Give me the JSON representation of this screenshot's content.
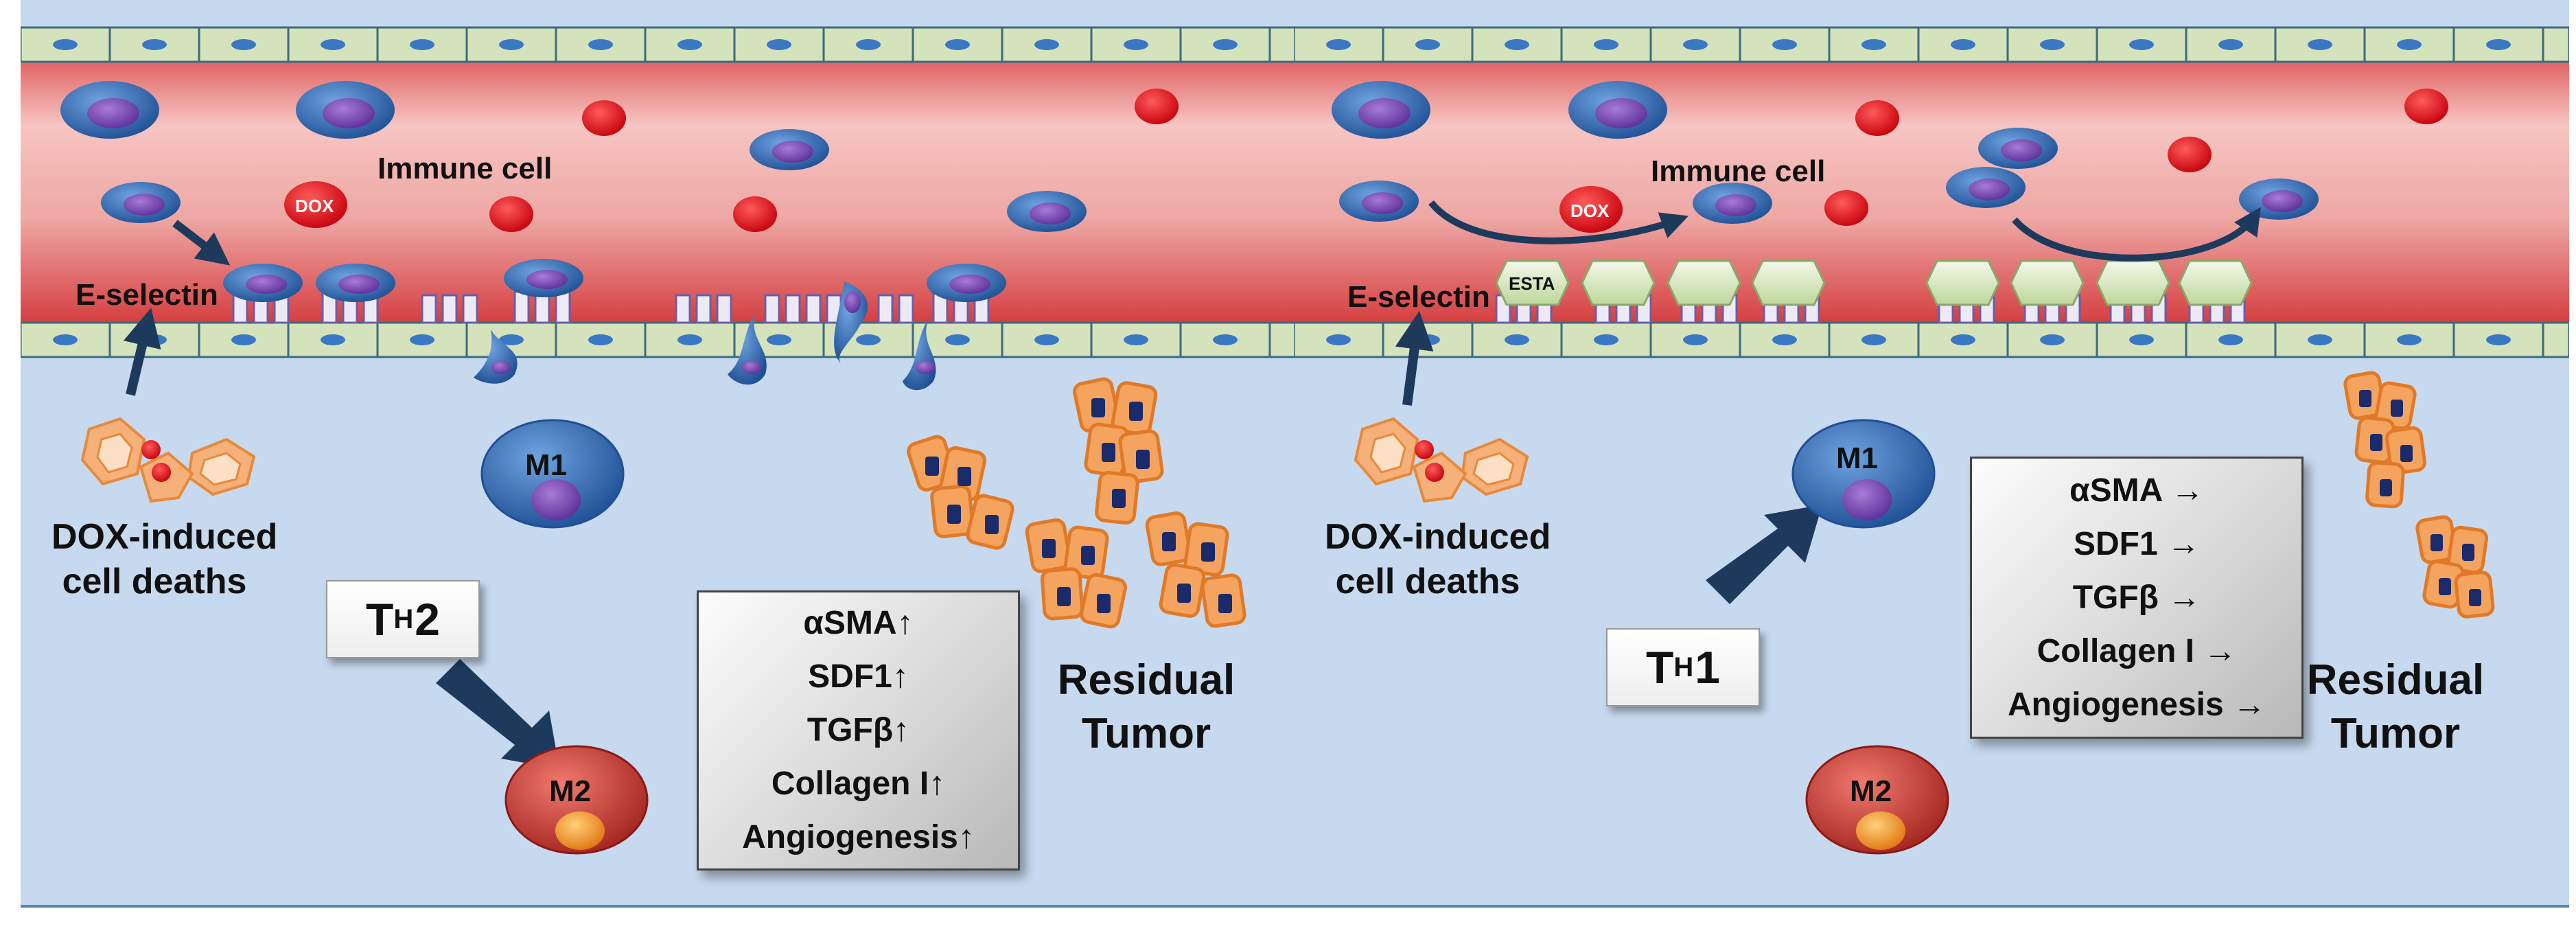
{
  "panels": [
    {
      "immune_cell": "Immune cell",
      "dox": "DOX",
      "e_selectin": "E-selectin",
      "cell_deaths_line1": "DOX-induced",
      "cell_deaths_line2": "cell deaths",
      "m1": "M1",
      "m2": "M2",
      "th_main": "T",
      "th_sub": "H",
      "th_num": "2",
      "markers": [
        "αSMA↑",
        "SDF1↑",
        "TGFβ↑",
        "Collagen I↑",
        "Angiogenesis↑"
      ],
      "tumor_line1": "Residual",
      "tumor_line2": "Tumor"
    },
    {
      "immune_cell": "Immune cell",
      "dox": "DOX",
      "e_selectin": "E-selectin",
      "esta": "ESTA",
      "cell_deaths_line1": "DOX-induced",
      "cell_deaths_line2": "cell deaths",
      "m1": "M1",
      "m2": "M2",
      "th_main": "T",
      "th_sub": "H",
      "th_num": "1",
      "markers": [
        "αSMA →",
        "SDF1 →",
        "TGFβ →",
        "Collagen I →",
        "Angiogenesis →"
      ],
      "tumor_line1": "Residual",
      "tumor_line2": "Tumor"
    }
  ],
  "colors": {
    "vessel": "#d9474b",
    "tissue": "#c7d9ee",
    "endothelium": "#d4e3bb",
    "immune_cell": "#3a6fb3",
    "m1": "#3a6fb3",
    "m2": "#c0302b",
    "rbc": "#e8141e",
    "tumor": "#f08a3c",
    "arrow": "#1d3a5c"
  },
  "icons": [
    "immune-cell-icon",
    "red-blood-cell-icon",
    "e-selectin-receptor-icon",
    "tumor-cell-icon",
    "macrophage-icon",
    "esta-blocker-icon"
  ]
}
